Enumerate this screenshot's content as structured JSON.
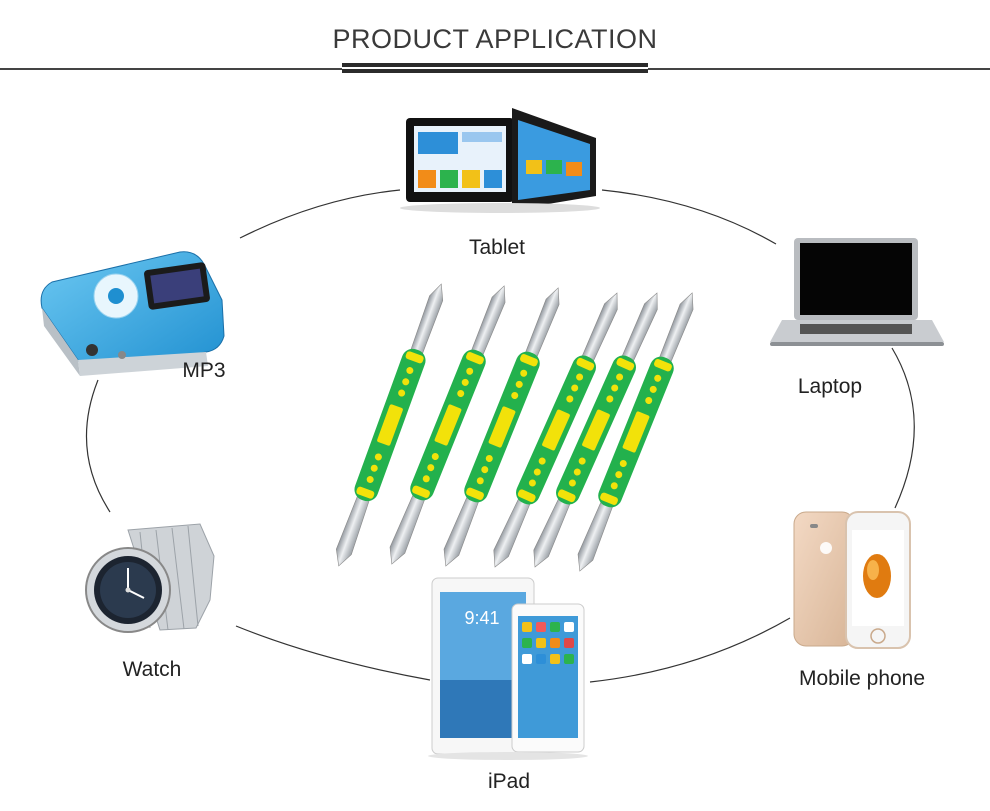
{
  "header": {
    "title": "PRODUCT APPLICATION"
  },
  "devices": {
    "tablet": {
      "label": "Tablet",
      "icon": "tablet-icon"
    },
    "laptop": {
      "label": "Laptop",
      "icon": "laptop-icon"
    },
    "mobile": {
      "label": "Mobile phone",
      "icon": "mobile-phone-icon"
    },
    "ipad": {
      "label": "iPad",
      "icon": "ipad-icon",
      "screen_time": "9:41"
    },
    "watch": {
      "label": "Watch",
      "icon": "watch-icon"
    },
    "mp3": {
      "label": "MP3",
      "icon": "mp3-player-icon"
    }
  },
  "product": {
    "icon": "spudger-tool-set-icon",
    "handle_color": "#23b14d",
    "grip_color": "#f2e20a",
    "metal_color": "#c9ccd0"
  }
}
